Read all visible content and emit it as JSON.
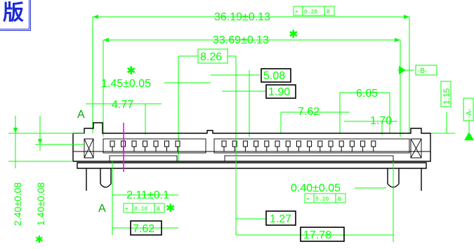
{
  "title_block": {
    "text": "版"
  },
  "dimensions": {
    "overall_length": "36.19±0.13",
    "pitch_length": "33.69±0.13",
    "gap_8": "8.26",
    "dim_5": "5.08",
    "dim_190": "1.90",
    "offset_145": "1.45±0.05",
    "dim_605": "6.05",
    "dim_477": "4.77",
    "dim_762_top": "7.62",
    "dim_170": "1.70",
    "height_115": "1.15",
    "lead_width": "0.40±0.05",
    "pin_spacing": "2.11±0.1",
    "pitch_127": "1.27",
    "dim_762_bottom": "7.62",
    "dim_1778": "17.78",
    "height_240": "2.40±0.08",
    "height_140": "1.40±0.08"
  },
  "datums": {
    "a_top": "A",
    "a_bottom": "A",
    "b_tag": "-B-",
    "a_tag": "-A-"
  },
  "tolerance_frames": {
    "top": {
      "symbol": "⌖",
      "value": "0.20",
      "datum": "B"
    },
    "left_bottom": {
      "symbol": "⌖",
      "value": "0.10",
      "datum": "B"
    },
    "right_bottom": {
      "symbol": "⌖",
      "value": "0.20",
      "datum": "B"
    }
  },
  "markers": {
    "star": "✱"
  },
  "colors": {
    "dimension": "#00ff00",
    "outline": "#000000",
    "section": "#ff00ff",
    "title": "#1c2bd8"
  }
}
